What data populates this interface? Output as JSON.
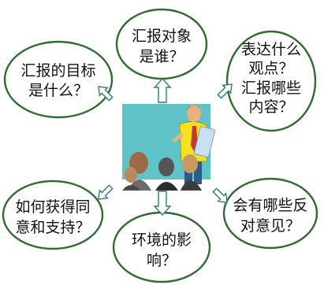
{
  "bubbles": {
    "top": {
      "lines": [
        "汇报对象",
        "是谁？"
      ]
    },
    "top_left": {
      "lines": [
        "汇报的目标",
        "是什么？"
      ]
    },
    "top_right": {
      "lines": [
        "表达什么",
        "观点？",
        "汇报哪些",
        "内容？"
      ]
    },
    "bottom_left": {
      "lines": [
        "如何获得同",
        "意和支持？"
      ]
    },
    "bottom": {
      "lines": [
        "环境的影",
        "响？"
      ]
    },
    "bottom_right": {
      "lines": [
        "会有哪些反",
        "对意见？"
      ]
    }
  },
  "colors": {
    "ellipse_stroke": "#2f6d2f",
    "arrow_stroke": "#2e7a78",
    "board": "#5fc3c8",
    "presenter_shirt": "#f6e11d",
    "document": "#c9dff4"
  },
  "icons": {
    "center": "presentation-meeting-illustration"
  }
}
